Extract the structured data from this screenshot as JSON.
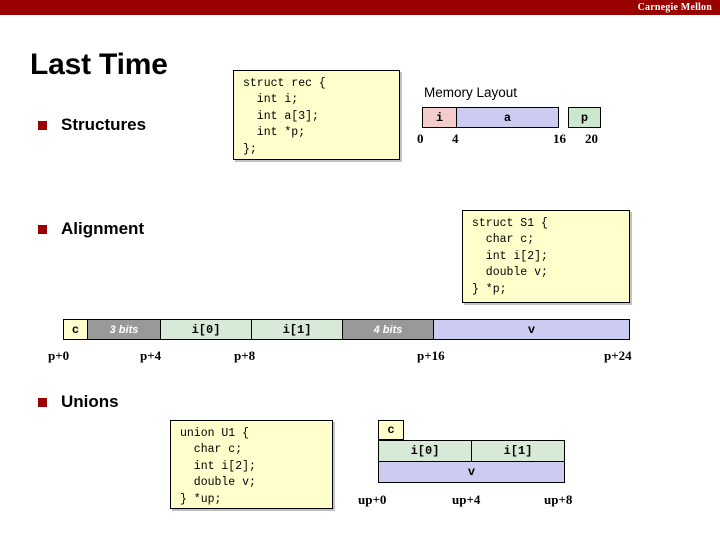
{
  "header": {
    "brand": "Carnegie Mellon"
  },
  "slide": {
    "title": "Last Time",
    "bullets": [
      {
        "label": "Structures"
      },
      {
        "label": "Alignment"
      },
      {
        "label": "Unions"
      }
    ]
  },
  "code_blocks": {
    "struct_rec": "struct rec {\n  int i;\n  int a[3];\n  int *p;\n};",
    "struct_s1": "struct S1 {\n  char c;\n  int i[2];\n  double v;\n} *p;",
    "union_u1": "union U1 {\n  char c;\n  int i[2];\n  double v;\n} *up;"
  },
  "memory_layout": {
    "title": "Memory Layout",
    "cells": [
      {
        "label": "i",
        "color": "#f4cccc"
      },
      {
        "label": "a",
        "color": "#ccccf2"
      },
      {
        "label": "p",
        "color": "#cce8cc"
      }
    ],
    "offsets": [
      "0",
      "4",
      "16",
      "20"
    ]
  },
  "alignment_layout": {
    "cells": [
      {
        "label": "c",
        "color": "#ffffcc"
      },
      {
        "label": "3 bits",
        "color": "#999999"
      },
      {
        "label": "i[0]",
        "color": "#d7ead7"
      },
      {
        "label": "i[1]",
        "color": "#d7ead7"
      },
      {
        "label": "4 bits",
        "color": "#999999"
      },
      {
        "label": "v",
        "color": "#ccccf2"
      }
    ],
    "offsets": [
      "p+0",
      "p+4",
      "p+8",
      "p+16",
      "p+24"
    ]
  },
  "union_layout": {
    "cells": [
      {
        "label": "c",
        "color": "#ffffcc"
      },
      {
        "label": "i[0]",
        "color": "#d7ead7"
      },
      {
        "label": "i[1]",
        "color": "#d7ead7"
      },
      {
        "label": "v",
        "color": "#ccccf2"
      }
    ],
    "offsets": [
      "up+0",
      "up+4",
      "up+8"
    ]
  },
  "colors": {
    "banner": "#990000",
    "bullet": "#990000",
    "code_bg": "#ffffcc"
  }
}
